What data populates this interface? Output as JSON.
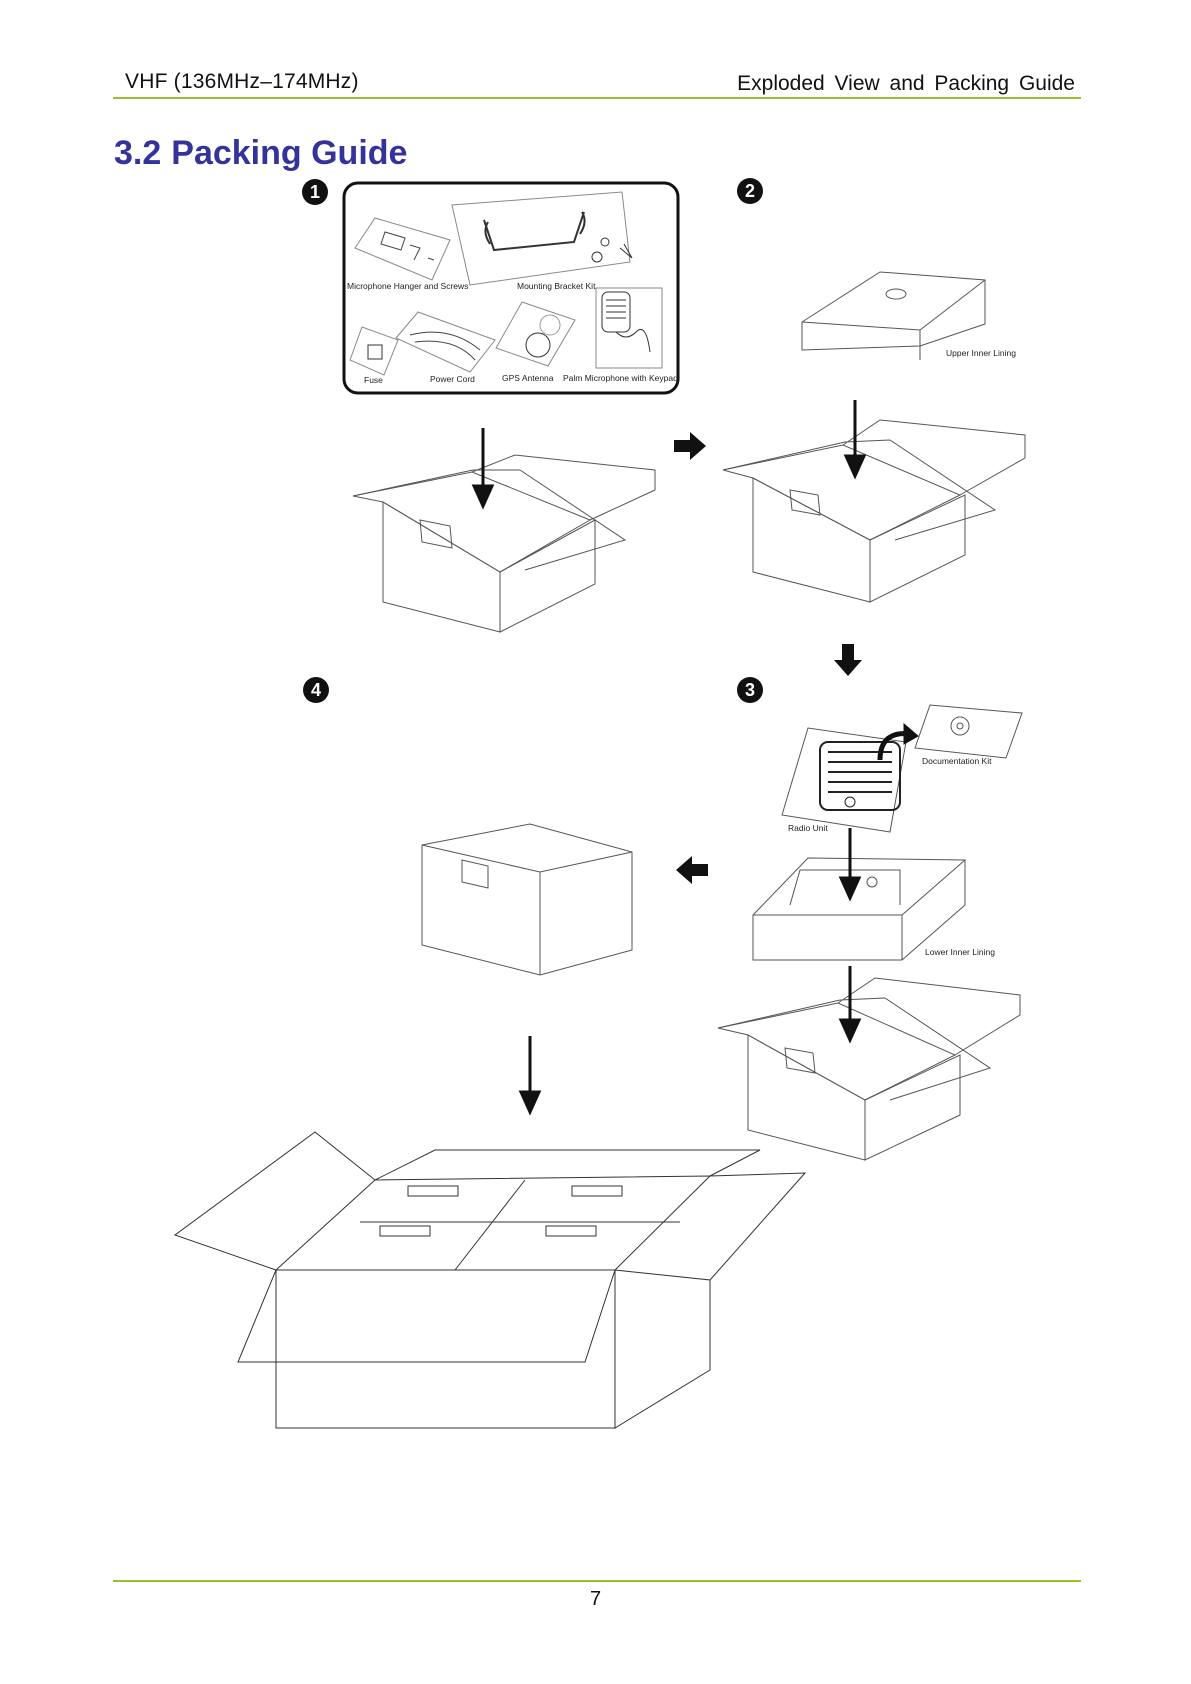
{
  "header": {
    "left": "VHF (136MHz–174MHz)",
    "right": "Exploded View and Packing Guide"
  },
  "section": {
    "number": "3.2",
    "title": "Packing Guide"
  },
  "steps": [
    "1",
    "2",
    "3",
    "4"
  ],
  "labels": {
    "mic_hanger": "Microphone Hanger and Screws",
    "bracket_kit": "Mounting Bracket Kit",
    "fuse": "Fuse",
    "power_cord": "Power Cord",
    "gps_antenna": "GPS Antenna",
    "palm_mic": "Palm Microphone with Keypad",
    "upper_lining": "Upper Inner Lining",
    "documentation_kit": "Documentation Kit",
    "radio_unit": "Radio Unit",
    "lower_lining": "Lower Inner Lining"
  },
  "footer": {
    "page_number": "7"
  },
  "colors": {
    "rule": "#9bbf2e",
    "title": "#333399"
  }
}
